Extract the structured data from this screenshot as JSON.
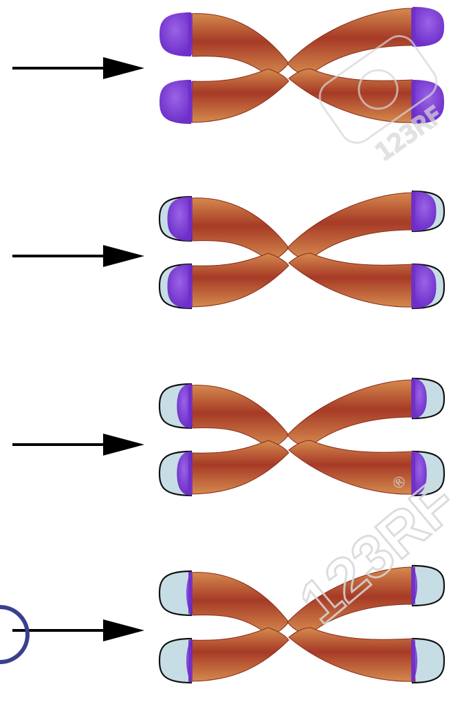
{
  "diagram": {
    "stages": [
      {
        "telomere_shortening": 0.0
      },
      {
        "telomere_shortening": 0.25
      },
      {
        "telomere_shortening": 0.55
      },
      {
        "telomere_shortening": 0.85
      }
    ]
  },
  "colors": {
    "background": "#ffffff",
    "arrow": "#000000",
    "chromatid_body": "#a63a26",
    "chromatid_highlight": "#d58a4e",
    "telomere": "#6d2ec9",
    "telomere_highlight": "#9b63e6",
    "lost_region_fill": "#c7dde6",
    "outline": "#111111",
    "watermark": "#d7d7d7",
    "edge_circle": "#3b3f8f"
  },
  "watermark": {
    "brand": "123RF",
    "symbol": "®"
  }
}
